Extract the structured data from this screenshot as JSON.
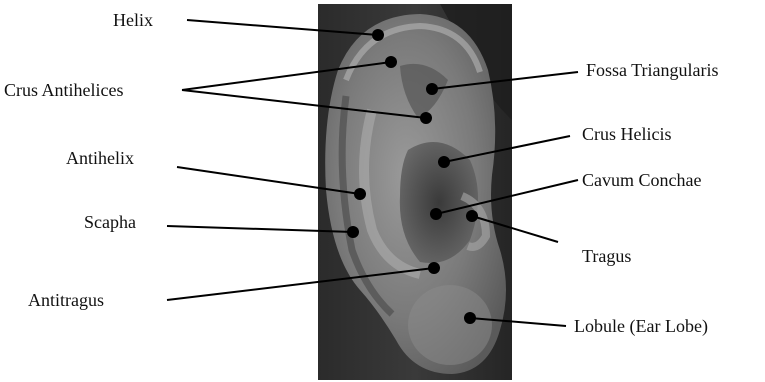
{
  "diagram": {
    "photo_description_icon": "ear-photo",
    "colors": {
      "line": "#000000",
      "dot": "#000000",
      "text": "#111111"
    },
    "labels": {
      "helix": "Helix",
      "crus_antihelices": "Crus Antihelices",
      "antihelix": "Antihelix",
      "scapha": "Scapha",
      "antitragus": "Antitragus",
      "fossa_triangularis": "Fossa Triangularis",
      "crus_helicis": "Crus Helicis",
      "cavum_conchae": "Cavum Conchae",
      "tragus": "Tragus",
      "lobule": "Lobule (Ear Lobe)"
    }
  }
}
